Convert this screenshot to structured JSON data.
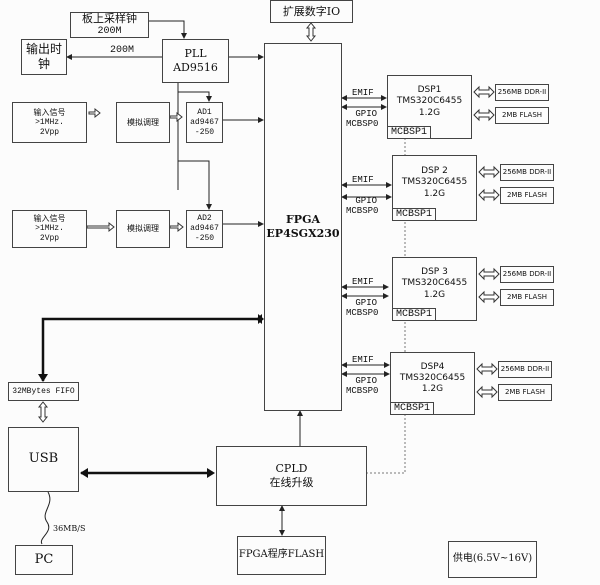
{
  "diagram": {
    "clock_source": {
      "line1": "板上采样钟",
      "line2": "200M"
    },
    "expand_io": "扩展数字IO",
    "output_clock": {
      "line1": "输出时",
      "line2": "钟",
      "freq_label": "200M"
    },
    "pll": {
      "line1": "PLL",
      "line2": "AD9516"
    },
    "inputs": [
      {
        "line1": "输入信号",
        "line2": ">1MHz.",
        "line3": "2Vpp",
        "conditioner": "模拟调理",
        "adc": {
          "line1": "AD1",
          "line2": "ad9467",
          "line3": "-250"
        }
      },
      {
        "line1": "输入信号",
        "line2": ">1MHz.",
        "line3": "2Vpp",
        "conditioner": "模拟调理",
        "adc": {
          "line1": "AD2",
          "line2": "ad9467",
          "line3": "-250"
        }
      }
    ],
    "fpga": {
      "line1": "FPGA",
      "line2": "EP4SGX230"
    },
    "dsps": [
      {
        "name": "DSP1",
        "chip": "TMS320C6455",
        "freq": "1.2G",
        "port": "MCBSP1",
        "bus1": "EMIF",
        "bus2a": "GPIO",
        "bus2b": "MCBSP0",
        "ddr": "256MB DDR-II",
        "flash": "2MB FLASH"
      },
      {
        "name": "DSP 2",
        "chip": "TMS320C6455",
        "freq": "1.2G",
        "port": "MCBSP1",
        "bus1": "EMIF",
        "bus2a": "GPIO",
        "bus2b": "MCBSP0",
        "ddr": "256MB DDR-II",
        "flash": "2MB FLASH"
      },
      {
        "name": "DSP 3",
        "chip": "TMS320C6455",
        "freq": "1.2G",
        "port": "MCBSP1",
        "bus1": "EMIF",
        "bus2a": "GPIO",
        "bus2b": "MCBSP0",
        "ddr": "256MB DDR-II",
        "flash": "2MB FLASH"
      },
      {
        "name": "DSP4",
        "chip": "TMS320C6455",
        "freq": "1.2G",
        "port": "MCBSP1",
        "bus1": "EMIF",
        "bus2a": "GPIO",
        "bus2b": "MCBSP0",
        "ddr": "256MB DDR-II",
        "flash": "2MB FLASH"
      }
    ],
    "fifo": "32MBytes FIFO",
    "usb": "USB",
    "pc": "PC",
    "usb_rate": "36MB/S",
    "cpld": {
      "line1": "CPLD",
      "line2": "在线升级"
    },
    "fpga_flash": "FPGA程序FLASH",
    "power": "供电(6.5V~16V)"
  }
}
